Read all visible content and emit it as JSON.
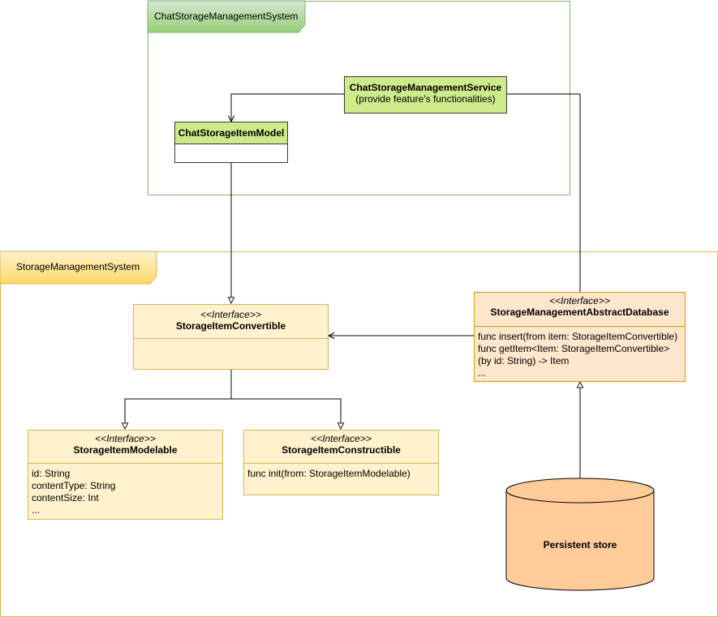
{
  "packages": {
    "chat_system": {
      "label": "ChatStorageManagementSystem"
    },
    "storage_system": {
      "label": "StorageManagementSystem"
    }
  },
  "classes": {
    "chat_service": {
      "title": "ChatStorageManagementService",
      "subtitle": "(provide feature's functionalities)"
    },
    "chat_item_model": {
      "title": "ChatStorageItemModel"
    },
    "item_convertible": {
      "stereotype": "<<Interface>>",
      "title": "StorageItemConvertible"
    },
    "abstract_database": {
      "stereotype": "<<Interface>>",
      "title": "StorageManagementAbstractDatabase",
      "members": [
        "func insert(from item: StorageItemConvertible)",
        "func getItem<Item: StorageItemConvertible>",
        "(by id: String) -> Item",
        "..."
      ]
    },
    "item_modelable": {
      "stereotype": "<<Interface>>",
      "title": "StorageItemModelable",
      "members": [
        "id: String",
        "contentType: String",
        "contentSize: Int",
        "..."
      ]
    },
    "item_constructible": {
      "stereotype": "<<Interface>>",
      "title": "StorageItemConstructible",
      "members": [
        "func init(from: StorageItemModelable)"
      ]
    }
  },
  "persistent_store": {
    "label": "Persistent store"
  },
  "colors": {
    "green_package": "#82b366",
    "green_fill": "#d5e8d4",
    "yellow_package": "#d6b656",
    "yellow_fill": "#fff2cc",
    "orange_fill": "#ffe6cc",
    "orange_border": "#d79b00",
    "store_fill": "#ffcc99"
  }
}
